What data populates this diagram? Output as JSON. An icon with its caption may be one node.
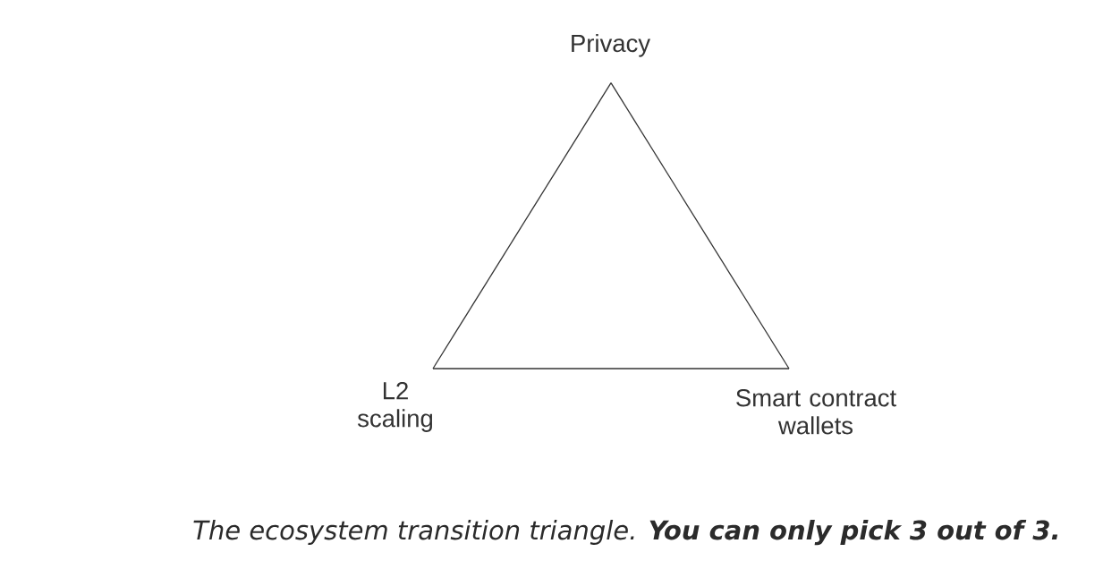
{
  "diagram": {
    "caption": "The ecosystem transition triangle. **You can only pick 3 out of 3.**",
    "nodes": [
      {
        "text": [
          "Privacy"
        ]
      },
      {
        "text": [
          "L2 scaling"
        ]
      },
      {
        "text": [
          "Smart contract wallets"
        ]
      }
    ],
    "edges": [
      {
        "from": 0,
        "to": 1,
        "arrow": "none"
      },
      {
        "from": 1,
        "to": 2,
        "arrow": "none"
      },
      {
        "from": 2,
        "to": 0,
        "arrow": "none"
      }
    ]
  }
}
